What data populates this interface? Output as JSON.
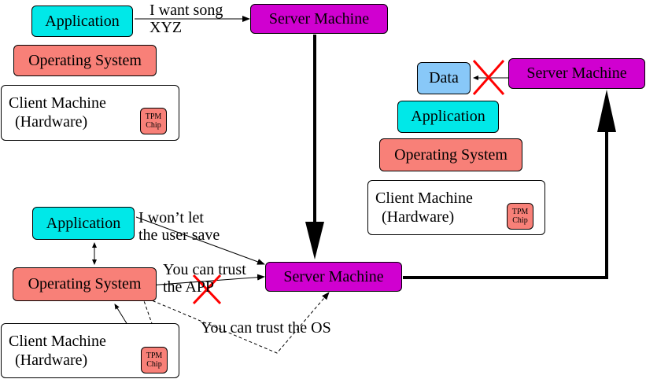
{
  "colors": {
    "application": "#00e8e8",
    "operating_system": "#f88078",
    "server": "#d000d0",
    "data": "#88c8f8",
    "tpm": "#f88078",
    "cross": "#ff0000"
  },
  "top_left": {
    "application": "Application",
    "operating_system": "Operating System",
    "client_line1": "Client Machine",
    "client_line2": "(Hardware)",
    "tpm_line1": "TPM",
    "tpm_line2": "Chip"
  },
  "request_note": {
    "line1": "I want song",
    "line2": "XYZ"
  },
  "top_server": "Server Machine",
  "bottom_left": {
    "application": "Application",
    "operating_system": "Operating System",
    "client_line1": "Client Machine",
    "client_line2": "(Hardware)",
    "tpm_line1": "TPM",
    "tpm_line2": "Chip"
  },
  "middle_server": "Server Machine",
  "notes": {
    "no_save_line1": "I won’t let",
    "no_save_line2": "the user save",
    "trust_app_line1": "You can trust",
    "trust_app_line2": "the APP",
    "trust_os": "You can trust the OS"
  },
  "right": {
    "data": "Data",
    "server": "Server Machine",
    "application": "Application",
    "operating_system": "Operating System",
    "client_line1": "Client Machine",
    "client_line2": "(Hardware)",
    "tpm_line1": "TPM",
    "tpm_line2": "Chip"
  }
}
